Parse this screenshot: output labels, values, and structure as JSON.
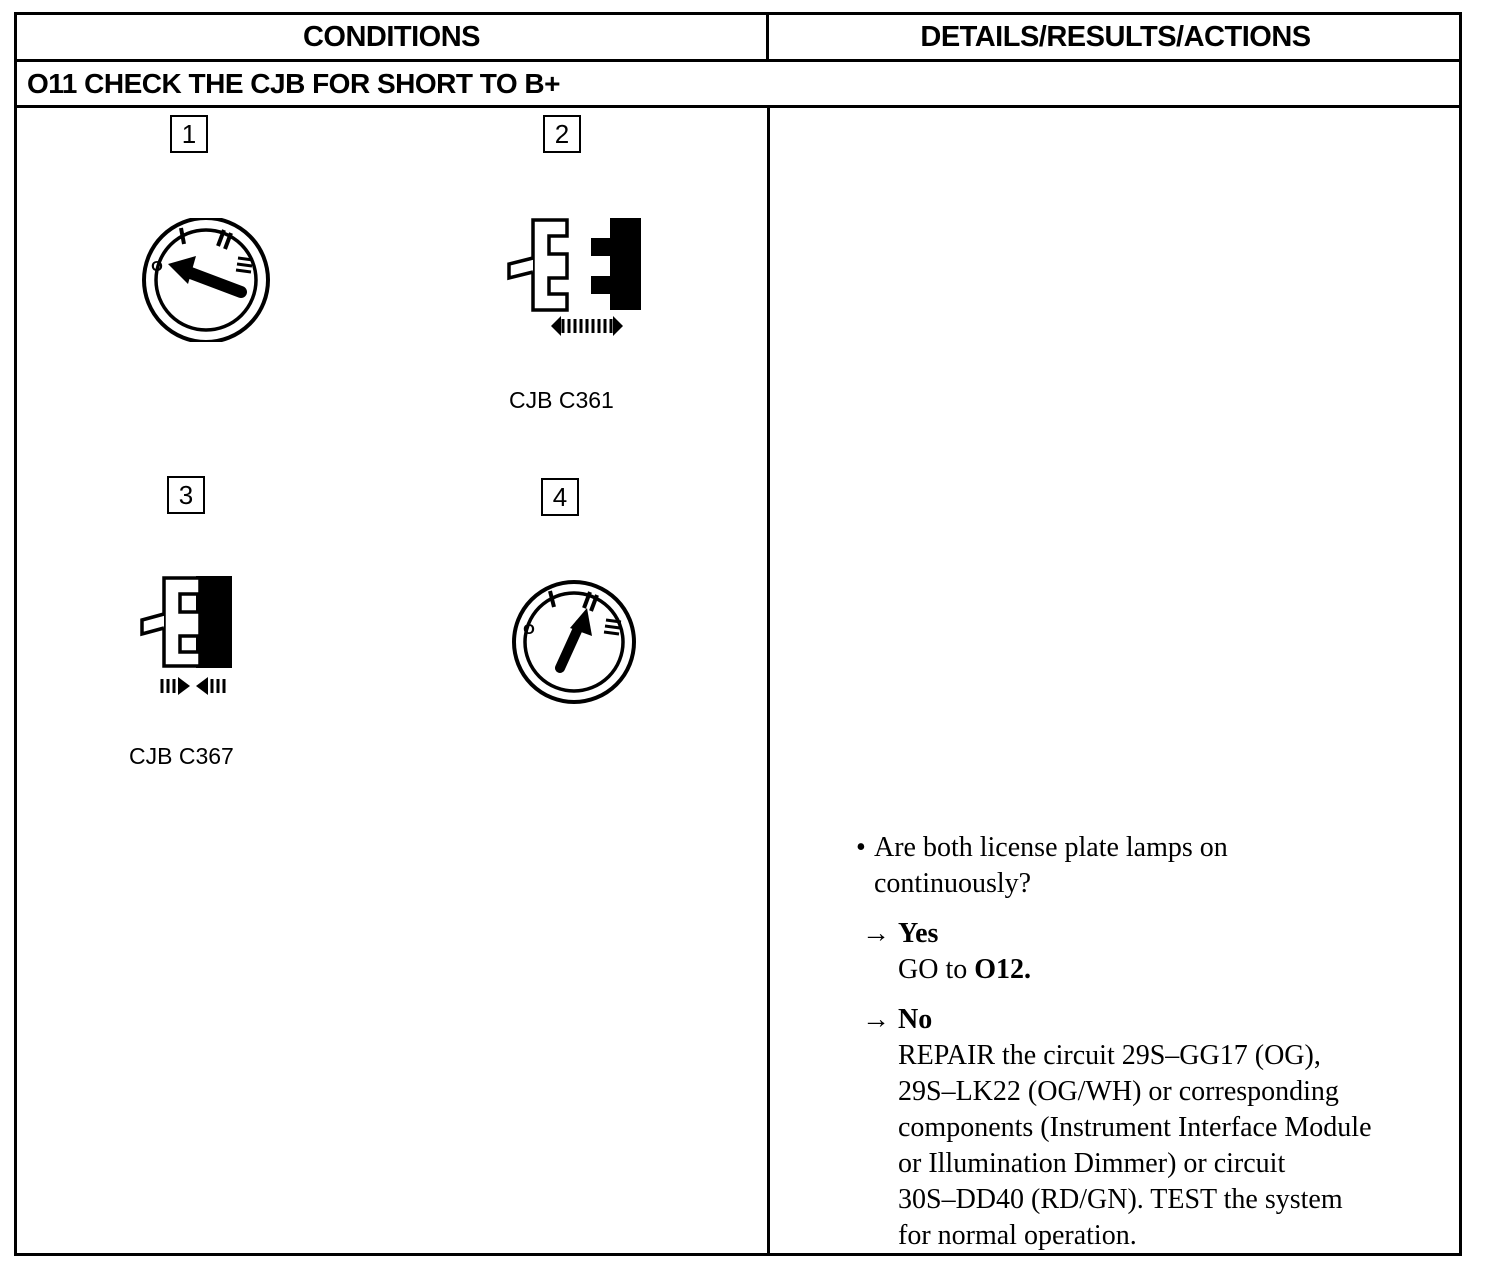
{
  "header": {
    "conditions": "CONDITIONS",
    "details": "DETAILS/RESULTS/ACTIONS"
  },
  "step": {
    "title": "O11 CHECK THE CJB FOR SHORT TO B+"
  },
  "conditions": [
    {
      "number": "1",
      "icon": "ignition-switch-off-icon",
      "caption": ""
    },
    {
      "number": "2",
      "icon": "connector-disconnect-icon",
      "caption": "CJB C361"
    },
    {
      "number": "3",
      "icon": "connector-connect-icon",
      "caption": "CJB C367"
    },
    {
      "number": "4",
      "icon": "ignition-switch-on-icon",
      "caption": ""
    }
  ],
  "ignition_marks": [
    "O",
    "I",
    "II",
    "III"
  ],
  "details": {
    "question_line1": "Are both license plate lamps on",
    "question_line2": "continuously?",
    "yes": {
      "label": "Yes",
      "action_prefix": "GO to ",
      "action_target": "O12."
    },
    "no": {
      "label": "No",
      "lines": [
        "REPAIR the circuit 29S–GG17 (OG),",
        "29S–LK22 (OG/WH) or corresponding",
        "components (Instrument Interface Module",
        "or Illumination Dimmer) or circuit",
        "30S–DD40 (RD/GN). TEST the system",
        "for normal operation."
      ]
    }
  }
}
